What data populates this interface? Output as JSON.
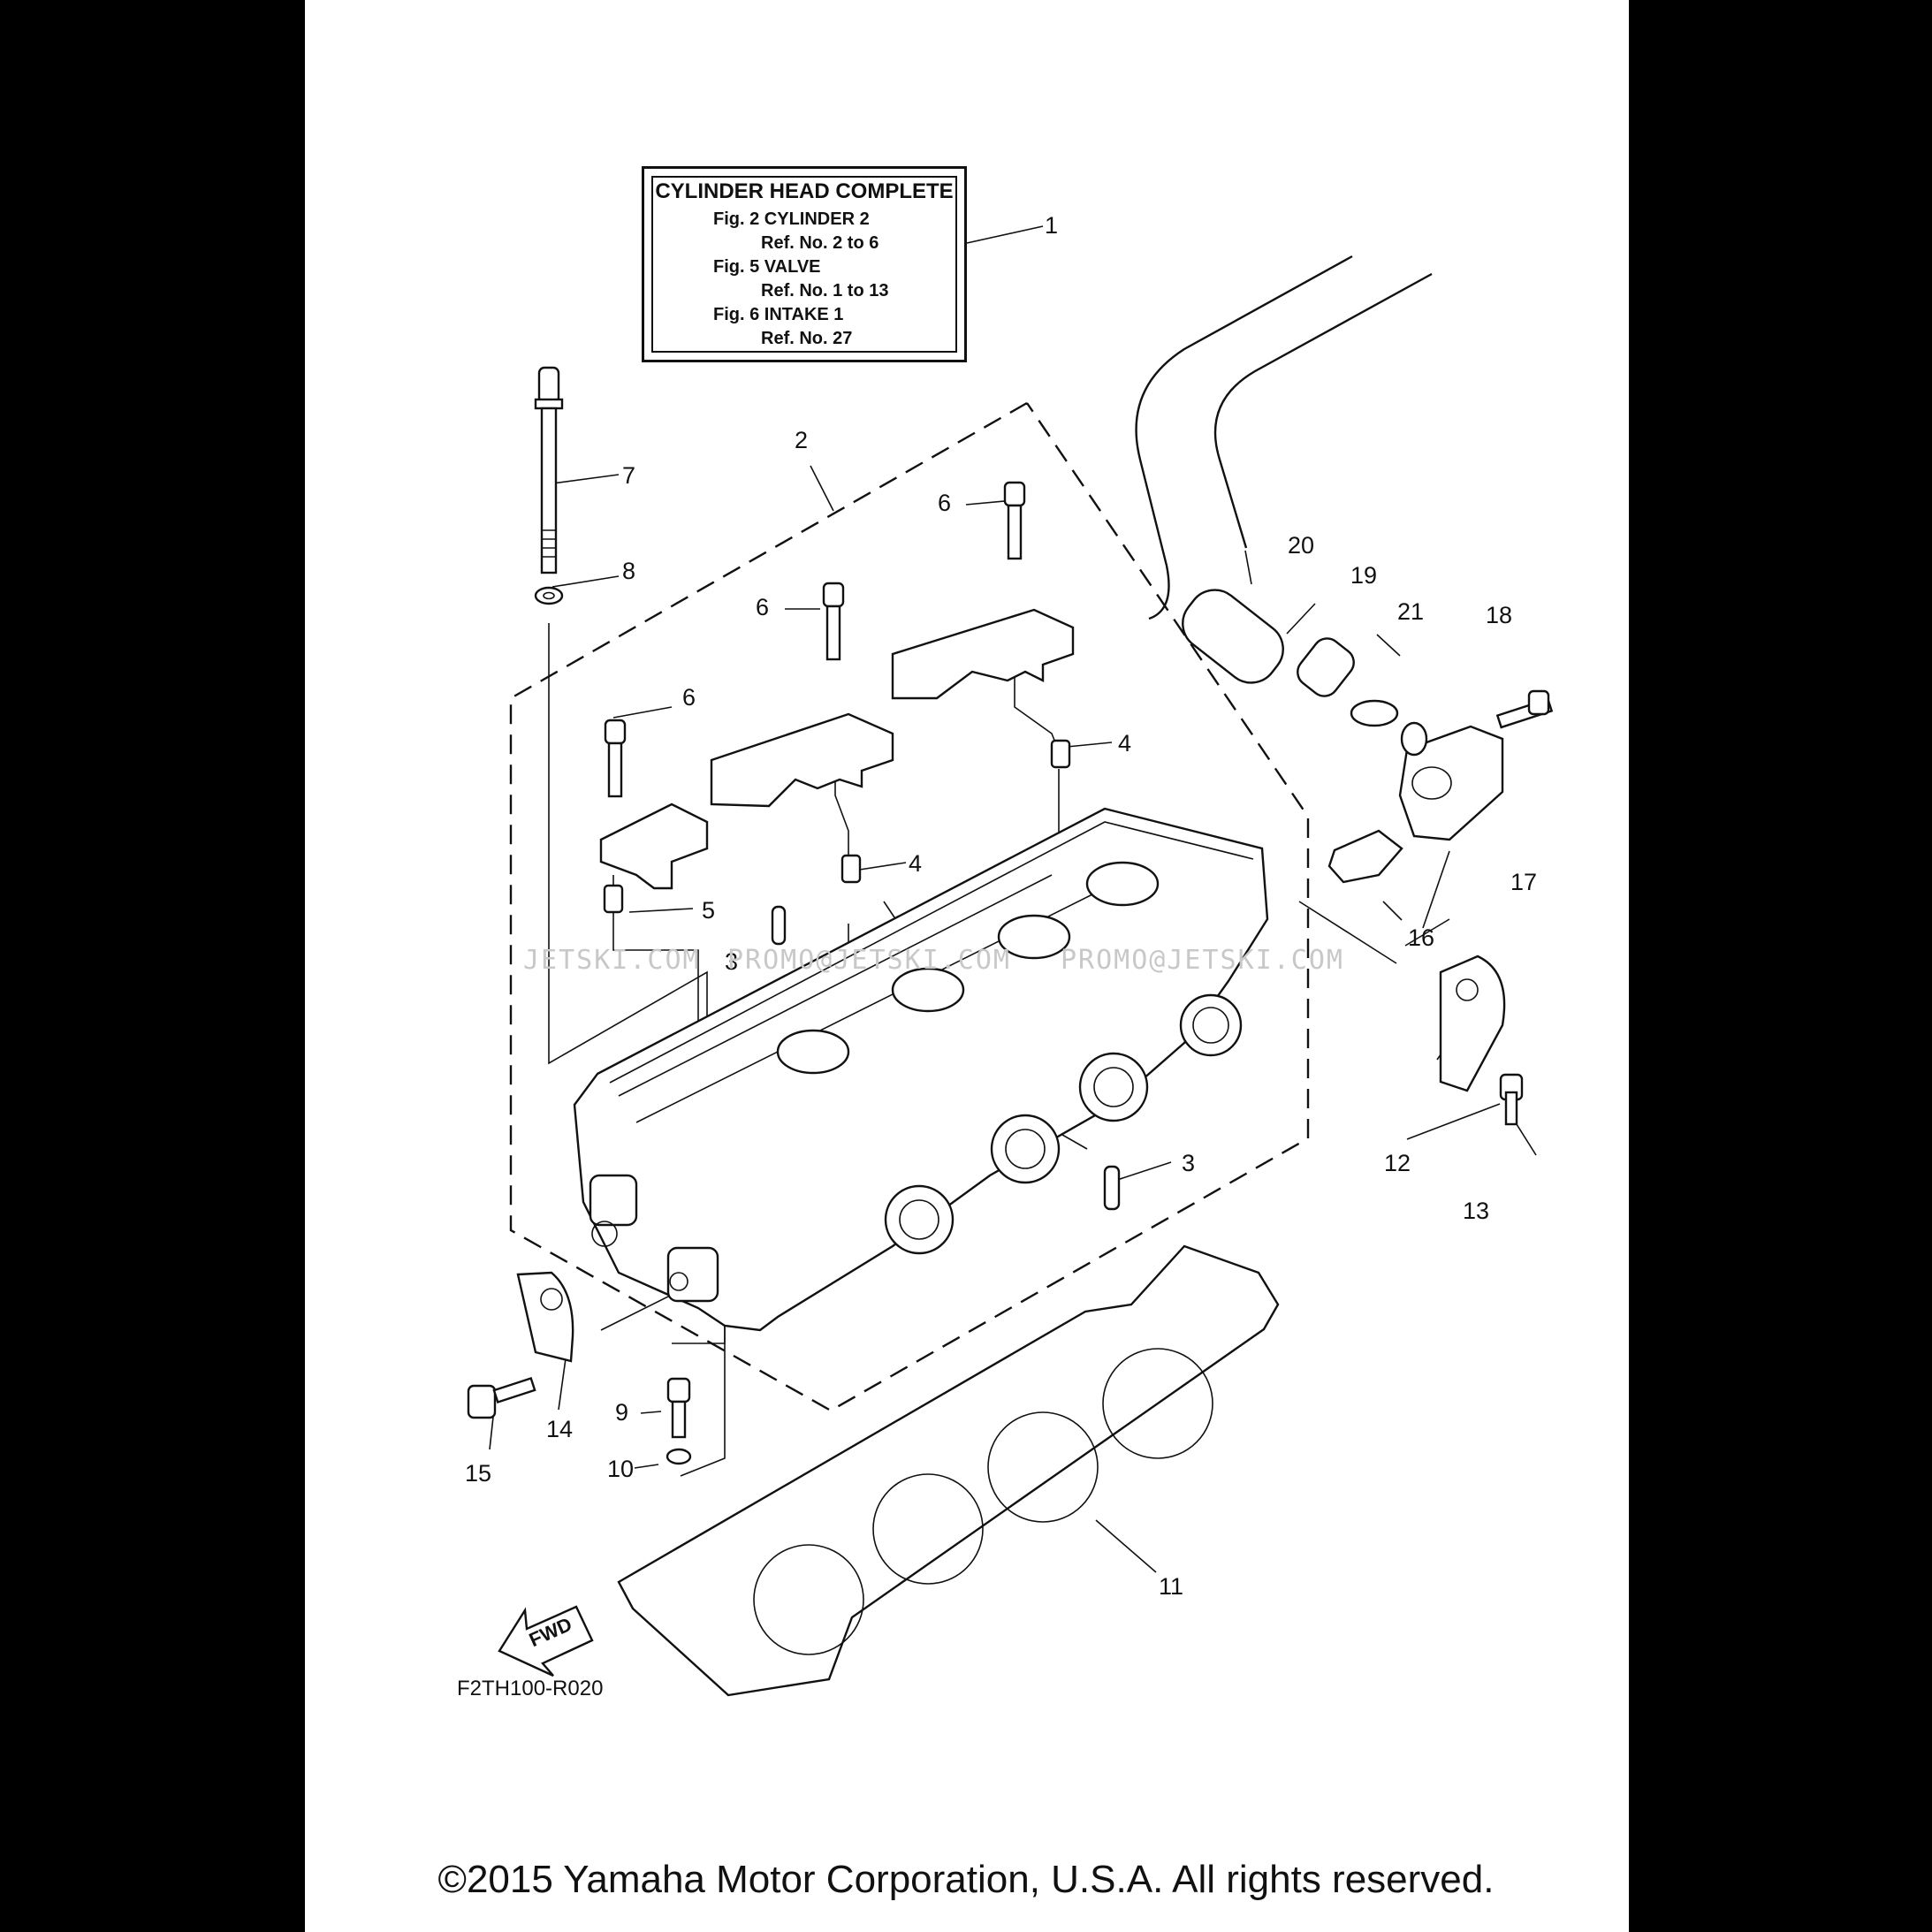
{
  "label_box": {
    "title": "CYLINDER HEAD COMPLETE",
    "lines": [
      "Fig.  2 CYLINDER 2",
      "Ref. No. 2 to 6",
      "Fig.  5 VALVE",
      "Ref. No. 1 to 13",
      "Fig.  6 INTAKE 1",
      "Ref. No. 27"
    ]
  },
  "callouts": [
    "1",
    "2",
    "3",
    "3",
    "4",
    "4",
    "5",
    "6",
    "6",
    "6",
    "7",
    "8",
    "9",
    "10",
    "11",
    "12",
    "13",
    "14",
    "15",
    "16",
    "17",
    "18",
    "19",
    "20",
    "21"
  ],
  "fwd_label": "FWD",
  "figure_code": "F2TH100-R020",
  "watermark": [
    "JETSKI.COM",
    "PROMO@JETSKI.COM",
    "PROMO@JETSKI.COM"
  ],
  "copyright": "©2015 Yamaha Motor Corporation, U.S.A. All rights reserved."
}
